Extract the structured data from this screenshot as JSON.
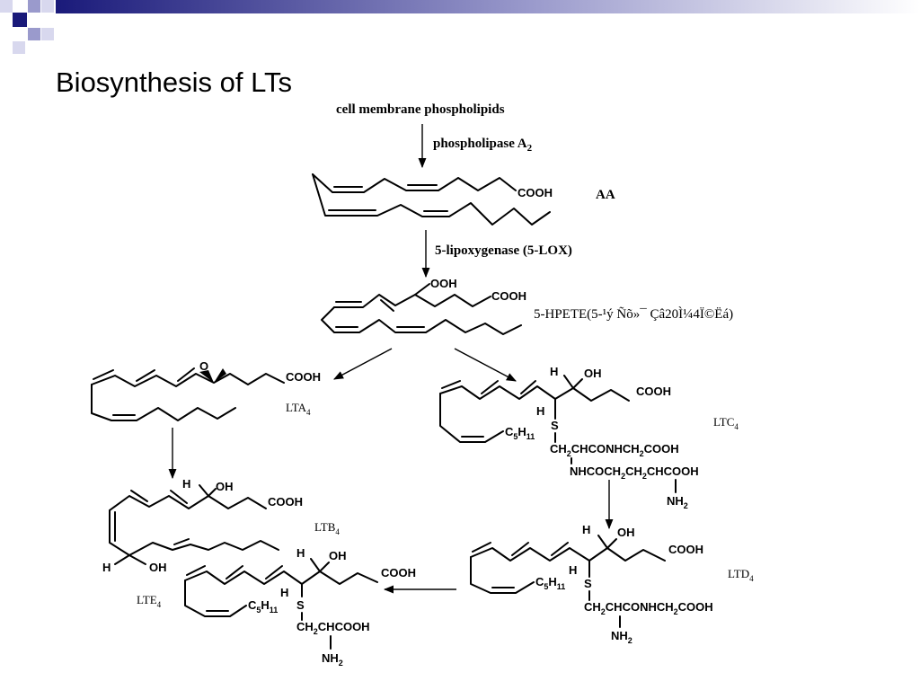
{
  "slide": {
    "title": "Biosynthesis of LTs",
    "accent_colors": [
      "#1a1a7a",
      "#9a9acc",
      "#d8d8ee"
    ]
  },
  "scheme": {
    "top_label": "cell membrane phospholipids",
    "enzyme1_main": "phospholipase A",
    "enzyme1_sub": "2",
    "aa_label": "AA",
    "enzyme2": "5-lipoxygenase (5-LOX)",
    "hpete_label": "5-HPETE(5-¹ý Ñõ»¯ Çâ20Ì¼4Ï©Ëá)",
    "compounds": {
      "lta4": {
        "name": "LTA",
        "sub": "4"
      },
      "ltb4": {
        "name": "LTB",
        "sub": "4"
      },
      "ltc4": {
        "name": "LTC",
        "sub": "4"
      },
      "ltd4": {
        "name": "LTD",
        "sub": "4"
      },
      "lte4": {
        "name": "LTE",
        "sub": "4"
      }
    },
    "atoms": {
      "cooh": "COOH",
      "ooh": "OOH",
      "oh": "OH",
      "h": "H",
      "o": "O",
      "s": "S",
      "c5h11": {
        "c": "C",
        "sub1": "5",
        "h": "H",
        "sub2": "11"
      },
      "ltc4_chain1": {
        "a": "CH",
        "s1": "2",
        "b": "CHCONHCH",
        "s2": "2",
        "c": "COOH"
      },
      "ltc4_chain2": {
        "a": "NHCOCH",
        "s1": "2",
        "b": "CH",
        "s2": "2",
        "c": "CHCOOH"
      },
      "nh2": {
        "a": "NH",
        "s": "2"
      },
      "ltd4_chain": {
        "a": "CH",
        "s1": "2",
        "b": "CHCONHCH",
        "s2": "2",
        "c": "COOH"
      },
      "lte4_chain": {
        "a": "CH",
        "s1": "2",
        "b": "CHCOOH"
      }
    }
  }
}
